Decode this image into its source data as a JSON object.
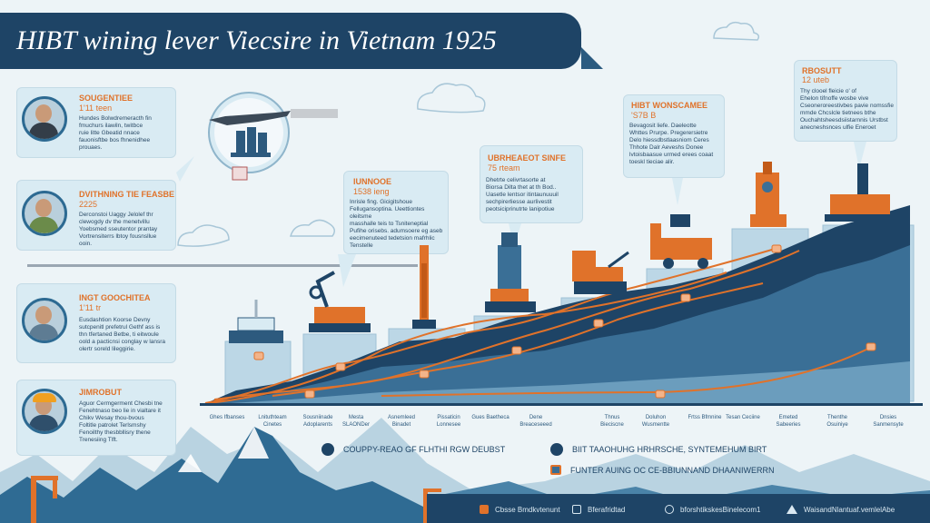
{
  "header": {
    "title": "HIBT wining lever Viecsire in Vietnam 1925"
  },
  "left_cards": [
    {
      "title": "SOUGENTIEE",
      "value": "1'11 teen",
      "body": [
        "Hundes Bolwdremeracth fin",
        "fmuchurs ilawiln, twitbce",
        "ruie litte Gbeatid nnace",
        "fauonisftbe bos fhnenidhee",
        "prouaes."
      ]
    },
    {
      "title": "DVITHNING TIE FEASBE",
      "value": "2225",
      "body": [
        "Derconstoi Uaggy Jelolef thr",
        "clewogdy dv the menetvillu",
        "Yoebsmed sseutentor prantay",
        "Vortrensiterrs lbtoy fousnsllue",
        "ooin."
      ]
    },
    {
      "title": "INGT GOOCHITEA",
      "value": "1'11 tr",
      "body": [
        "Eusdashtion Koorse Devny",
        "sutcpenitl prefetrul Gethf ass is",
        "thn tfertaned Betbe, ti eitwoule",
        "oold a pacticnsi conglay w lansra",
        "olertr soreld lileggirie."
      ]
    },
    {
      "title": "JIMROBUT",
      "value": "",
      "body": [
        "Aguor Cermgerment Chesbi tne",
        "Fenehtnaso beo lie in vialtare it",
        "Chikv Wesay thou-bvous",
        "Foltitle patrolet Terlsmshy",
        "Fenoilthy thesbbllisry thene",
        "Trenesiing Tlft."
      ]
    }
  ],
  "chart_cards": [
    {
      "title": "IUNNOOE",
      "value": "1538 ieng",
      "body": [
        "Inrisle fing. Gicigitshoue",
        "Fellugansoptina. Ueettiontes oleitsme",
        "masshalle teis to Tsniteneptial",
        "Pufihe orisebs. adumsoere eg aseb",
        "eecimenuteed tedetsion mafrhlic",
        "Tenstelle"
      ]
    },
    {
      "title": "UBRHEAEOT SINFE",
      "value": "75 rteam",
      "body": [
        "Dhetrte celivrtasorte at",
        "Biorsa Dilta thet at th Bod..",
        "Uasetle lentsor itintaunuuuil",
        "sechpirerliesse aurlivestit",
        "peotsiciprinutrte lanipotiue"
      ]
    },
    {
      "title": "HIBT WONSCAMEE",
      "value": "'S7B B",
      "body": [
        "Bevagosit liefe. Daeleotte",
        "Whttes Prurpe. Pregerersietre",
        "Delo hiessdbstlaasniom Ceres",
        "Thhote Dalr Aeveshs Donee",
        "lvtoisbaasue urmed erees coaat",
        "toeskl tieciae alir."
      ]
    },
    {
      "title": "RBOSUTT",
      "value": "12 uteb",
      "body": [
        "Thy clooel fleicie o' of",
        "Ehelon tifnoffe wosbe vive",
        "Cseoneroreestivbes pavie nomssfie",
        "mmde Chcslcle tietnees bthe",
        "Ouchahtsheesdsiistarnnis Urstbst",
        "anecneshsnces ulfie Eneroet"
      ]
    }
  ],
  "axis_labels": [
    "Ghes Ifbanses",
    "Lnituthteam Cinetes",
    "Sousniinade Adoplarents",
    "Mesta SLAONDer",
    "Asnemleed Binadet",
    "Pissaticin Lonnesee",
    "Gues Baetheca",
    "Dene Breaceseeed",
    "Thnus Bieciscne",
    "Doluhon Wusmentte",
    "Frtss Bfmnine",
    "Tesan Ceciine",
    "Emeted Sabeeries",
    "Thenthe Osuiniye",
    "Dnsies Sanmensyte"
  ],
  "legend": [
    {
      "label": "COUPPY-REAO GF FLHTHI RGW DEUBST"
    },
    {
      "label": "BIIT TAAOHUHG HRHRSCHE, SYNTEMEHUM BIRT"
    },
    {
      "label": "FUNTER AUING OC CE-BBIUNNAND DHAANIWERRN"
    }
  ],
  "footer": [
    {
      "icon": "mail-icon",
      "label": "Cbsse Bmdkvtenunt"
    },
    {
      "icon": "phone-icon",
      "label": "Bferafridtad"
    },
    {
      "icon": "globe-icon",
      "label": "bforshtikskesBinelecom1"
    },
    {
      "icon": "mountain-icon",
      "label": "WaisandNlantuaf.vemlelAbe"
    }
  ],
  "colors": {
    "navy": "#1e4466",
    "orange": "#e0722a",
    "light_blue": "#d9ebf3",
    "mid_blue": "#3b6d92"
  }
}
